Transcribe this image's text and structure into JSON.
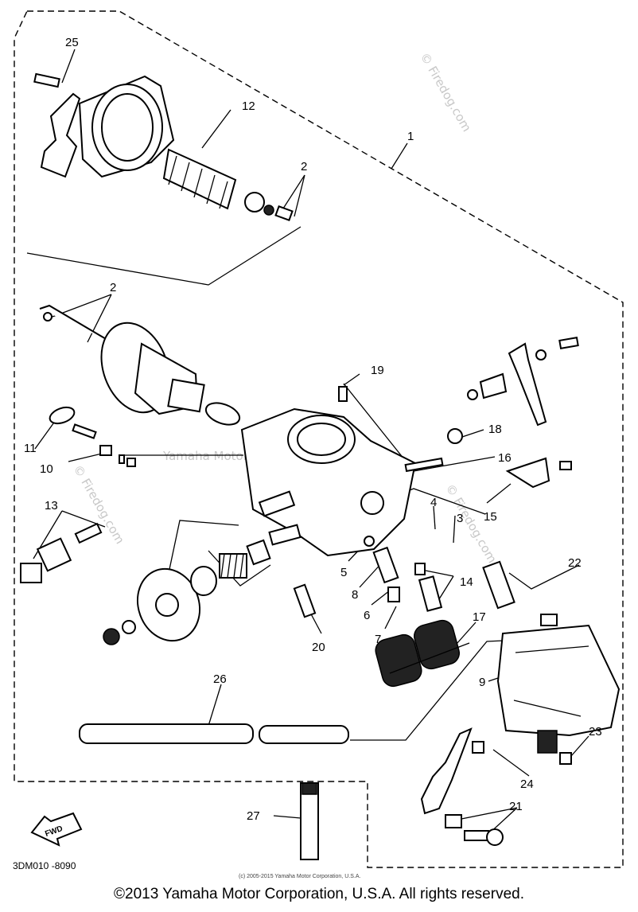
{
  "callouts": [
    "1",
    "2",
    "2",
    "3",
    "4",
    "5",
    "6",
    "7",
    "8",
    "9",
    "10",
    "11",
    "12",
    "13",
    "14",
    "15",
    "16",
    "17",
    "18",
    "19",
    "20",
    "21",
    "22",
    "23",
    "24",
    "25",
    "26",
    "27"
  ],
  "diagram_code": "3DM010 -8090",
  "fwd_label": "FWD",
  "watermarks": {
    "w1": "© Firedog.com",
    "w2": "© Firedog.com",
    "w3": "© Firedog.com",
    "w4": "Yamaha Motor Corporation, U.S.A."
  },
  "small_copyright": "(c) 2005-2015 Yamaha Motor Corporation, U.S.A.",
  "copyright": "©2013 Yamaha Motor Corporation, U.S.A. All rights reserved."
}
